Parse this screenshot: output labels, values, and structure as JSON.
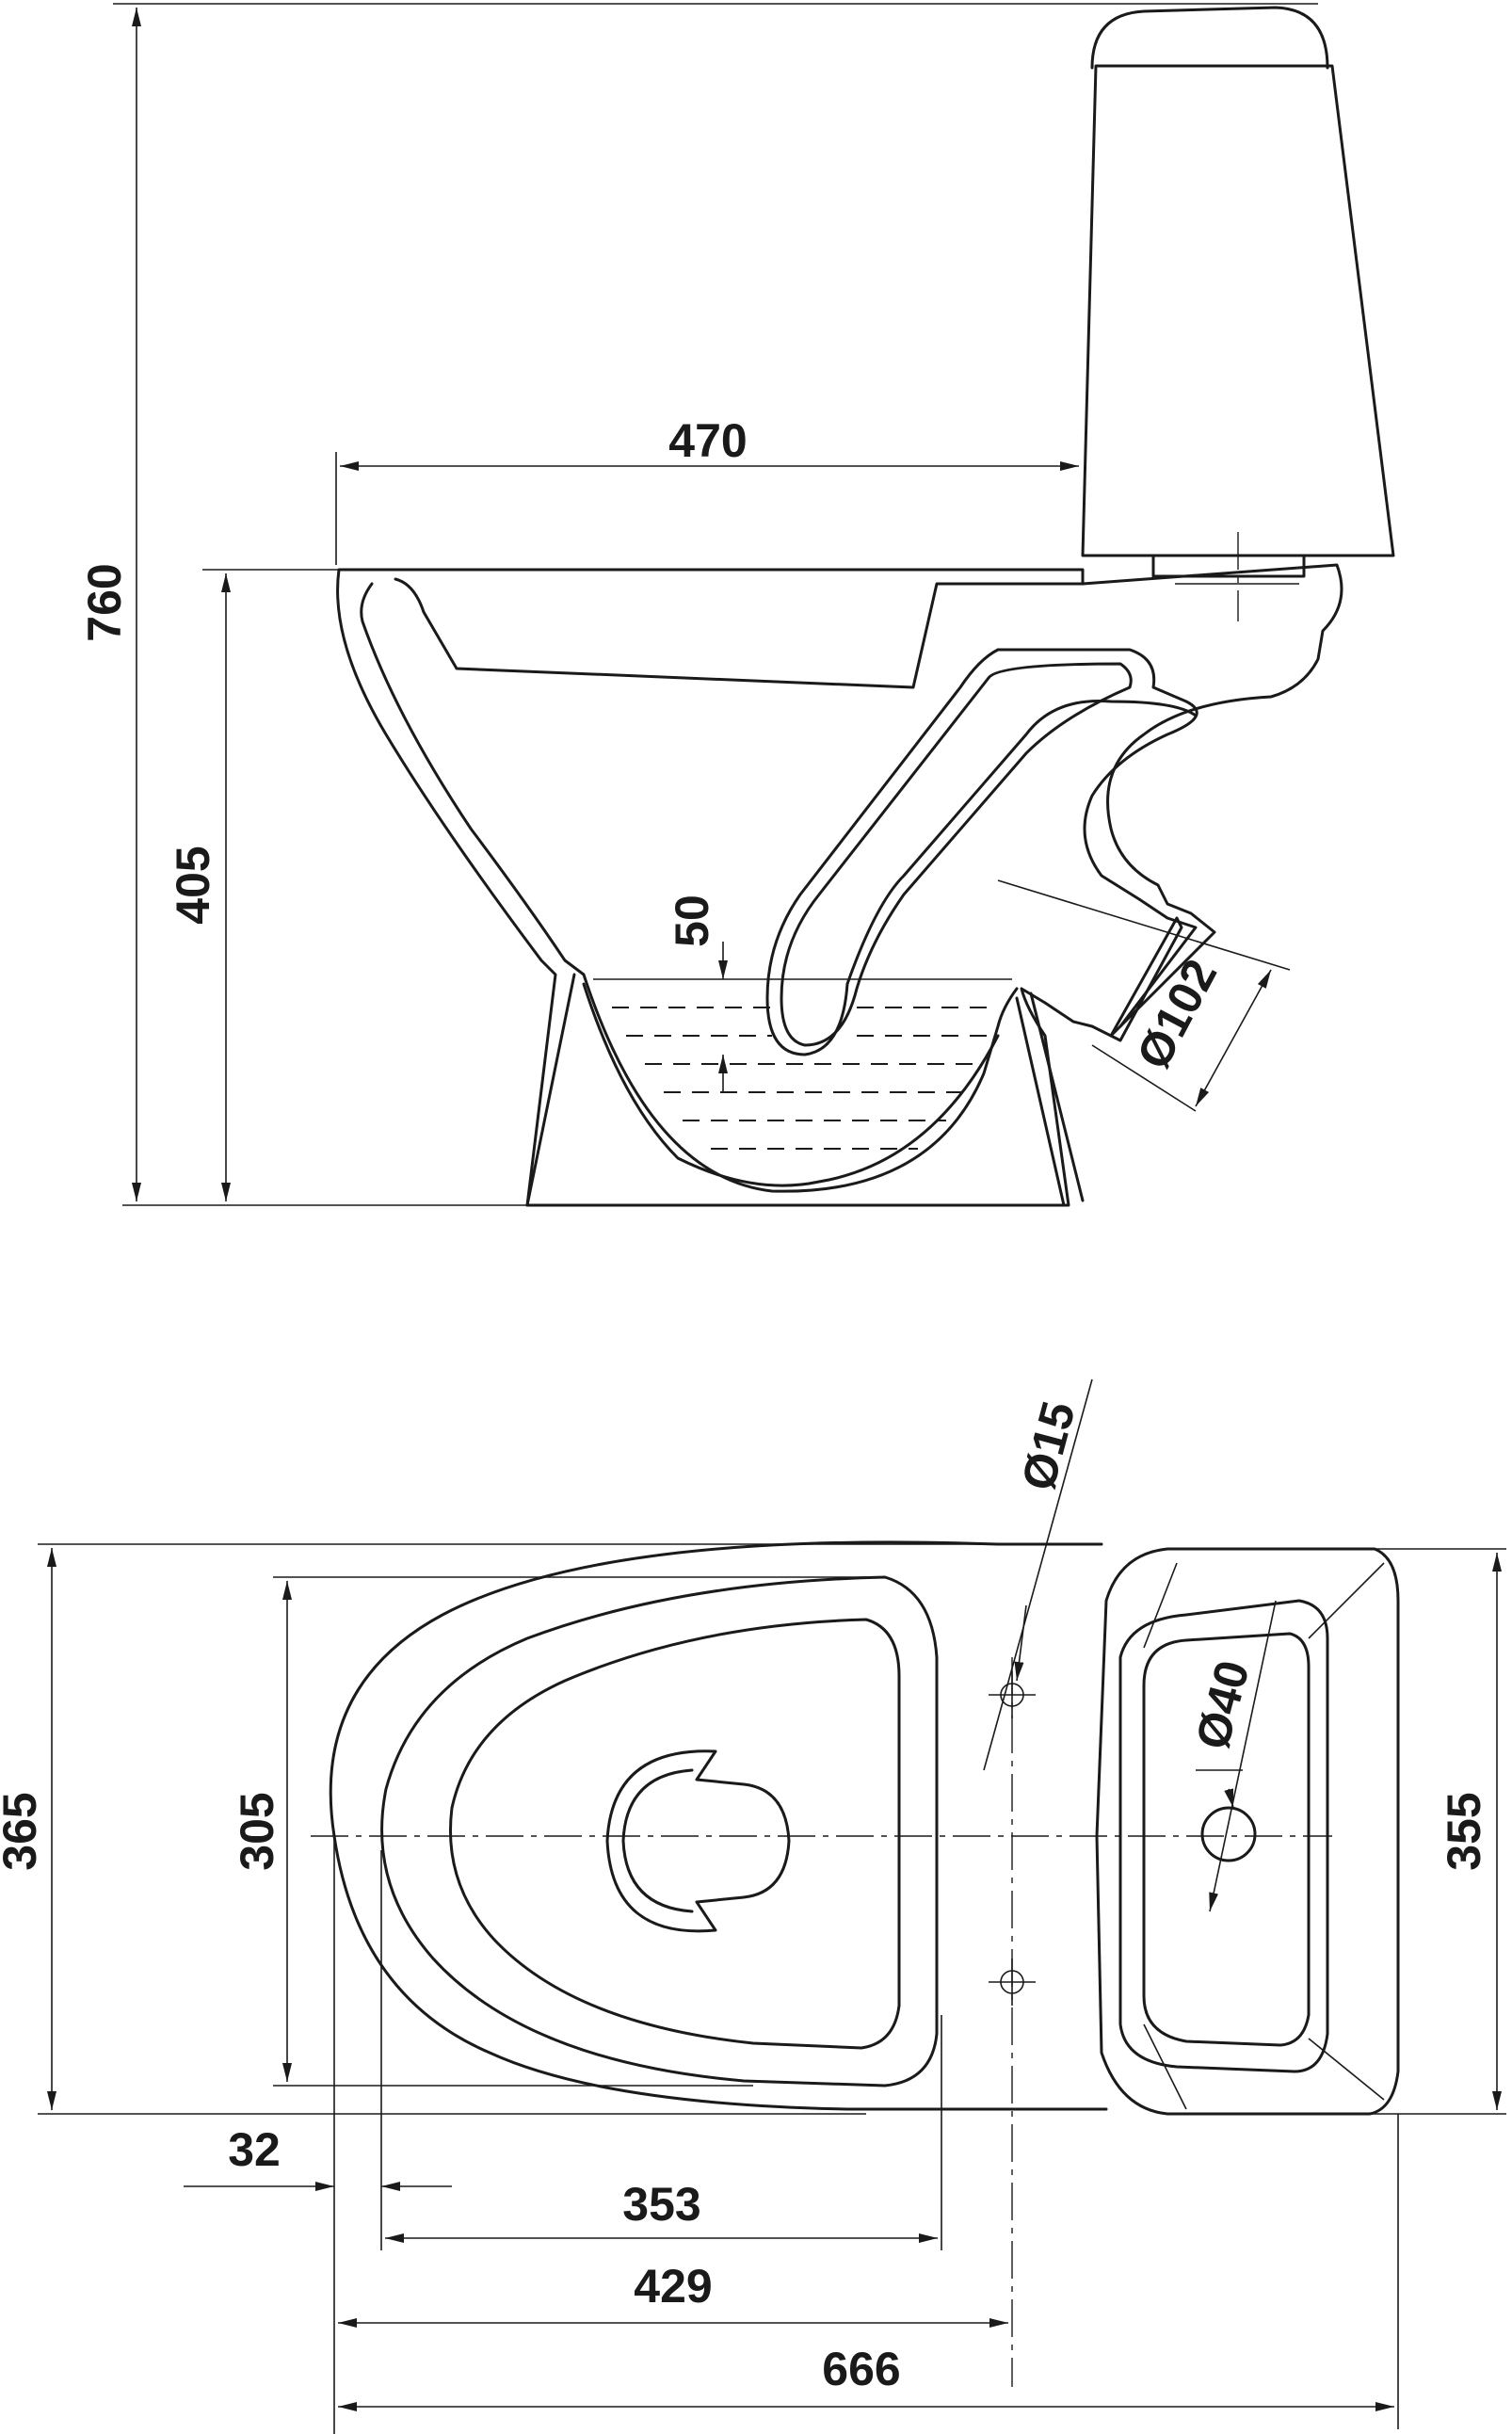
{
  "drawing": {
    "side_view": {
      "total_height": "760",
      "seat_height": "405",
      "bowl_length": "470",
      "water_depth": "50",
      "outlet_diameter": "Ø102"
    },
    "top_view": {
      "overall_width": "365",
      "bowl_width": "305",
      "tank_width": "355",
      "outlet_offset": "32",
      "bowl_inner_length": "353",
      "bolt_distance": "429",
      "overall_length": "666",
      "bolt_hole_diameter": "Ø15",
      "tank_hole_diameter": "Ø40"
    }
  }
}
